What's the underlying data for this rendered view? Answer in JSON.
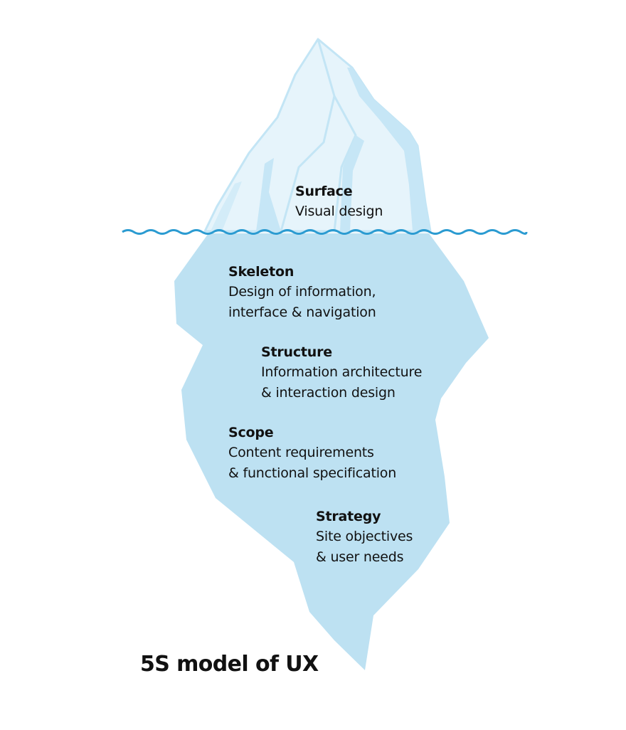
{
  "title": "5S model of UX",
  "colors": {
    "ice_fill": "#bde1f2",
    "ice_outline": "#c9e8f6",
    "water_line": "#2b9bd1",
    "text": "#111111"
  },
  "layers": [
    {
      "title": "Surface",
      "lines": [
        "Visual design"
      ]
    },
    {
      "title": "Skeleton",
      "lines": [
        "Design of information,",
        "interface & navigation"
      ]
    },
    {
      "title": "Structure",
      "lines": [
        "Information architecture",
        "& interaction design"
      ]
    },
    {
      "title": "Scope",
      "lines": [
        "Content requirements",
        "& functional specification"
      ]
    },
    {
      "title": "Strategy",
      "lines": [
        "Site objectives",
        "& user needs"
      ]
    }
  ]
}
